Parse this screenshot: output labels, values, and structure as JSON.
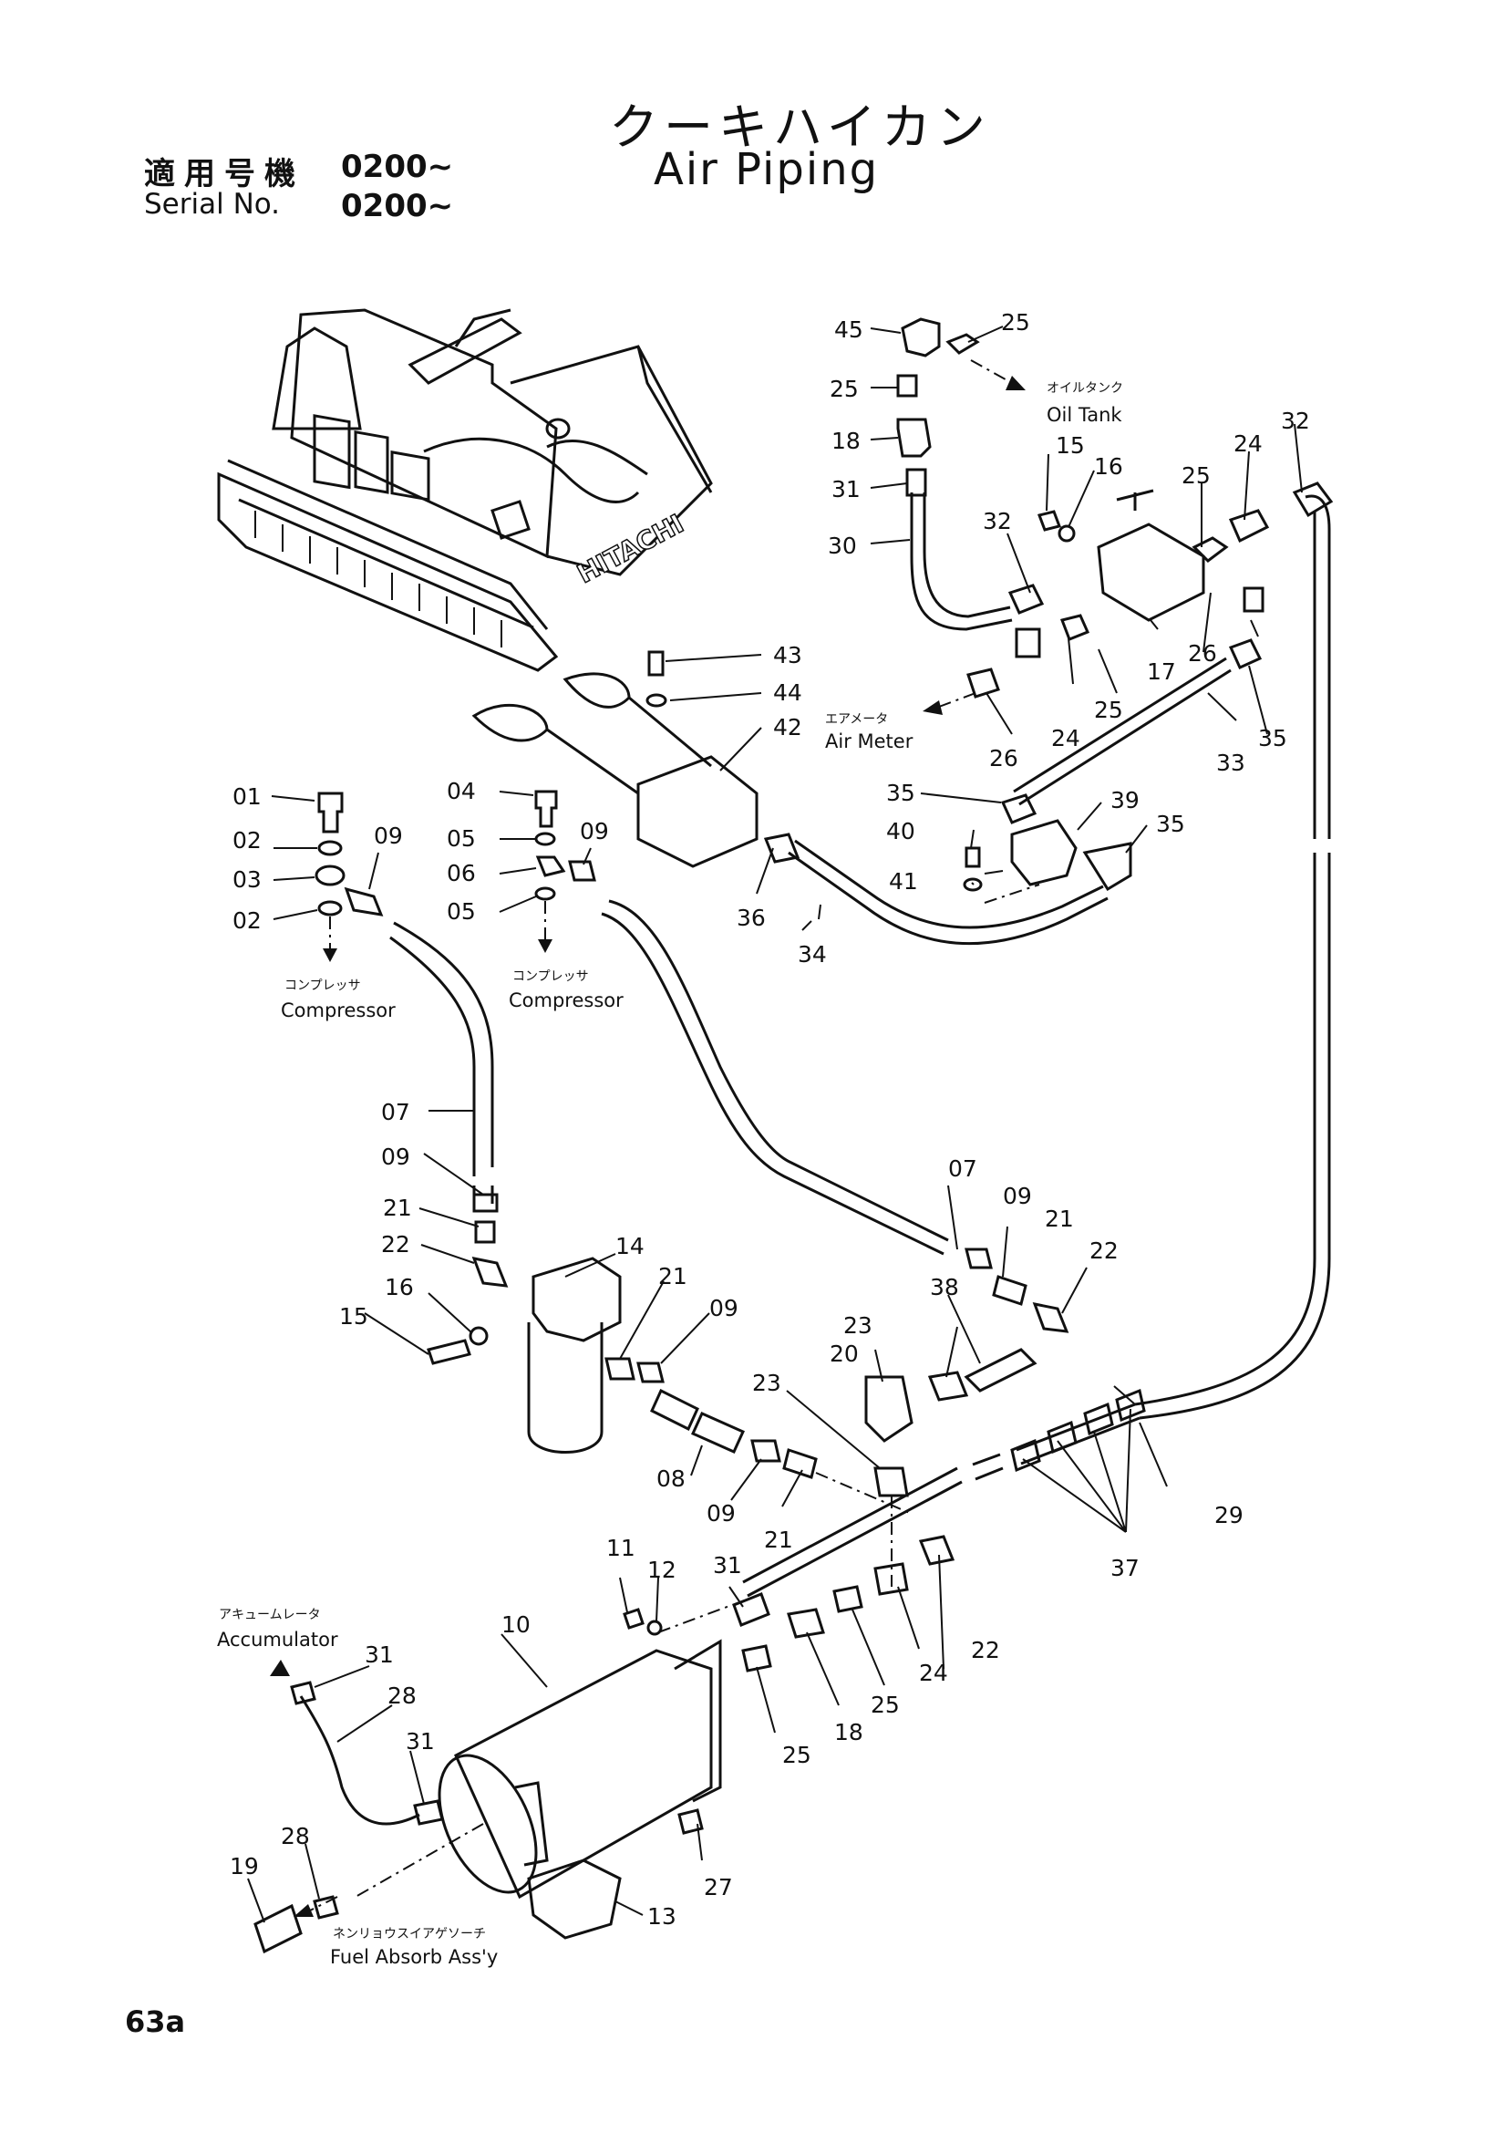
{
  "header": {
    "title_jp": "クーキハイカン",
    "title_en": "Air Piping",
    "serial_label_jp": "適用号機",
    "serial_value_jp": "0200~",
    "serial_label_en": "Serial No.",
    "serial_value_en": "0200~"
  },
  "page_number": "63a",
  "destinations": {
    "oil_tank_jp": "オイルタンク",
    "oil_tank_en": "Oil Tank",
    "air_meter_jp": "エアメータ",
    "air_meter_en": "Air Meter",
    "compressor_jp": "コンプレッサ",
    "compressor_en": "Compressor",
    "accumulator_jp": "アキュームレータ",
    "accumulator_en": "Accumulator",
    "fuel_absorb_jp": "ネンリョウスイアゲソーチ",
    "fuel_absorb_en": "Fuel Absorb Ass'y"
  },
  "callouts": [
    "45",
    "25",
    "25",
    "18",
    "31",
    "30",
    "32",
    "15",
    "16",
    "25",
    "24",
    "32",
    "17",
    "26",
    "25",
    "24",
    "26",
    "35",
    "33",
    "43",
    "44",
    "42",
    "35",
    "39",
    "35",
    "40",
    "41",
    "36",
    "34",
    "01",
    "02",
    "03",
    "02",
    "09",
    "04",
    "05",
    "06",
    "05",
    "09",
    "07",
    "07",
    "09",
    "21",
    "22",
    "09",
    "21",
    "22",
    "14",
    "21",
    "09",
    "38",
    "23",
    "20",
    "23",
    "16",
    "15",
    "08",
    "09",
    "21",
    "29",
    "37",
    "22",
    "24",
    "25",
    "18",
    "25",
    "11",
    "12",
    "31",
    "10",
    "31",
    "28",
    "31",
    "28",
    "19",
    "27",
    "13"
  ],
  "machine_brand": "HITACHI"
}
